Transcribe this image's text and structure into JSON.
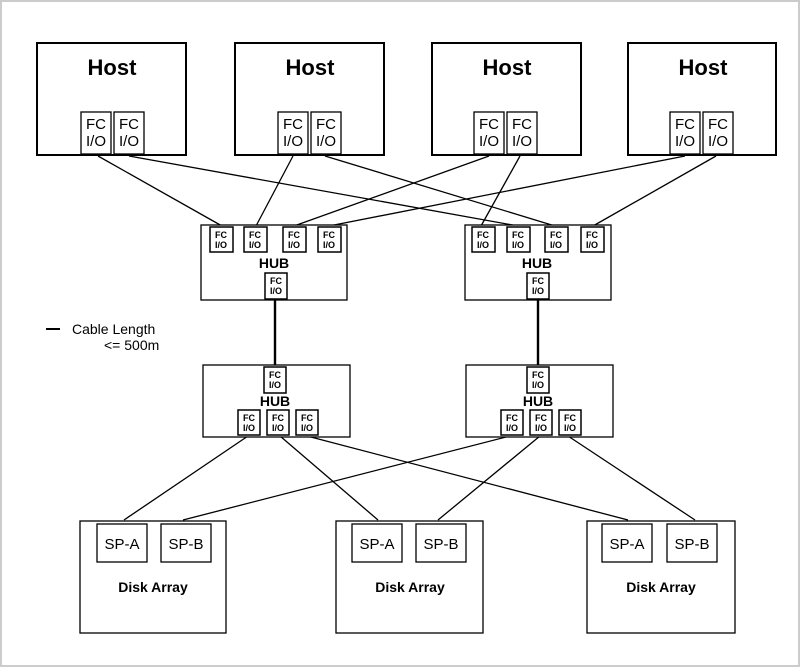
{
  "diagram": {
    "hosts": [
      {
        "title": "Host",
        "ports": [
          {
            "l1": "FC",
            "l2": "I/O"
          },
          {
            "l1": "FC",
            "l2": "I/O"
          }
        ]
      },
      {
        "title": "Host",
        "ports": [
          {
            "l1": "FC",
            "l2": "I/O"
          },
          {
            "l1": "FC",
            "l2": "I/O"
          }
        ]
      },
      {
        "title": "Host",
        "ports": [
          {
            "l1": "FC",
            "l2": "I/O"
          },
          {
            "l1": "FC",
            "l2": "I/O"
          }
        ]
      },
      {
        "title": "Host",
        "ports": [
          {
            "l1": "FC",
            "l2": "I/O"
          },
          {
            "l1": "FC",
            "l2": "I/O"
          }
        ]
      }
    ],
    "upper_hubs": [
      {
        "title": "HUB",
        "top_ports": [
          {
            "l1": "FC",
            "l2": "I/O"
          },
          {
            "l1": "FC",
            "l2": "I/O"
          },
          {
            "l1": "FC",
            "l2": "I/O"
          },
          {
            "l1": "FC",
            "l2": "I/O"
          }
        ],
        "uplink": {
          "l1": "FC",
          "l2": "I/O"
        }
      },
      {
        "title": "HUB",
        "top_ports": [
          {
            "l1": "FC",
            "l2": "I/O"
          },
          {
            "l1": "FC",
            "l2": "I/O"
          },
          {
            "l1": "FC",
            "l2": "I/O"
          },
          {
            "l1": "FC",
            "l2": "I/O"
          }
        ],
        "uplink": {
          "l1": "FC",
          "l2": "I/O"
        }
      }
    ],
    "lower_hubs": [
      {
        "title": "HUB",
        "uplink": {
          "l1": "FC",
          "l2": "I/O"
        },
        "bottom_ports": [
          {
            "l1": "FC",
            "l2": "I/O"
          },
          {
            "l1": "FC",
            "l2": "I/O"
          },
          {
            "l1": "FC",
            "l2": "I/O"
          }
        ]
      },
      {
        "title": "HUB",
        "uplink": {
          "l1": "FC",
          "l2": "I/O"
        },
        "bottom_ports": [
          {
            "l1": "FC",
            "l2": "I/O"
          },
          {
            "l1": "FC",
            "l2": "I/O"
          },
          {
            "l1": "FC",
            "l2": "I/O"
          }
        ]
      }
    ],
    "disk_arrays": [
      {
        "title": "Disk Array",
        "sp_a": "SP-A",
        "sp_b": "SP-B"
      },
      {
        "title": "Disk Array",
        "sp_a": "SP-A",
        "sp_b": "SP-B"
      },
      {
        "title": "Disk Array",
        "sp_a": "SP-A",
        "sp_b": "SP-B"
      }
    ],
    "legend": {
      "line1": "Cable Length",
      "line2": "<= 500m"
    }
  },
  "colors": {
    "stroke": "#000000",
    "frame": "#cccccc",
    "background": "#ffffff"
  }
}
